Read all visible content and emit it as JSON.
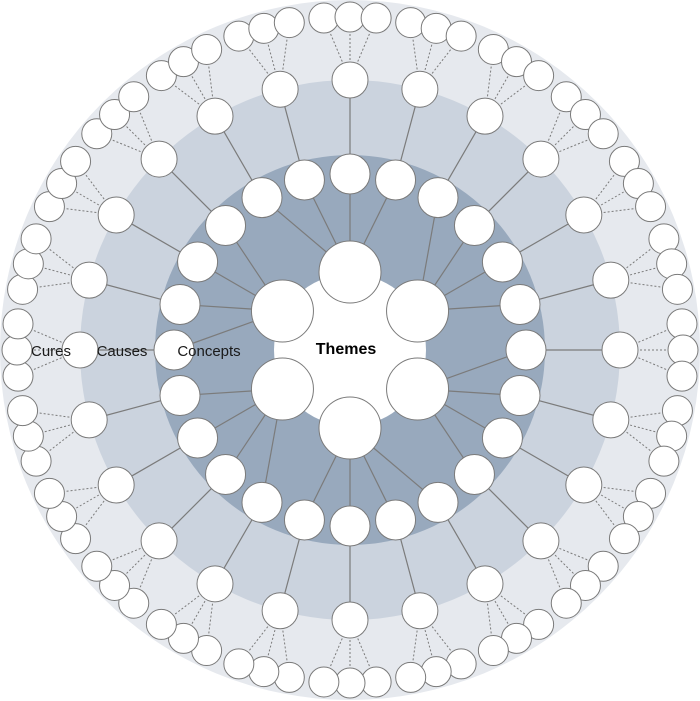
{
  "center": {
    "label": "Themes"
  },
  "rings": [
    {
      "name": "concepts",
      "label": "Concepts"
    },
    {
      "name": "causes",
      "label": "Causes"
    },
    {
      "name": "cures",
      "label": "Cures"
    }
  ],
  "colors": {
    "outer_band": "#e6e9ee",
    "middle_band": "#cbd3de",
    "inner_band": "#98a9bd",
    "center": "#ffffff",
    "node_fill": "#ffffff",
    "node_stroke": "#7a7a7a",
    "link": "#7b7b7b"
  },
  "structure": {
    "theme_count": 6,
    "concepts_per_theme": 4,
    "causes_per_concept": 1,
    "cures_per_cause": 3
  }
}
